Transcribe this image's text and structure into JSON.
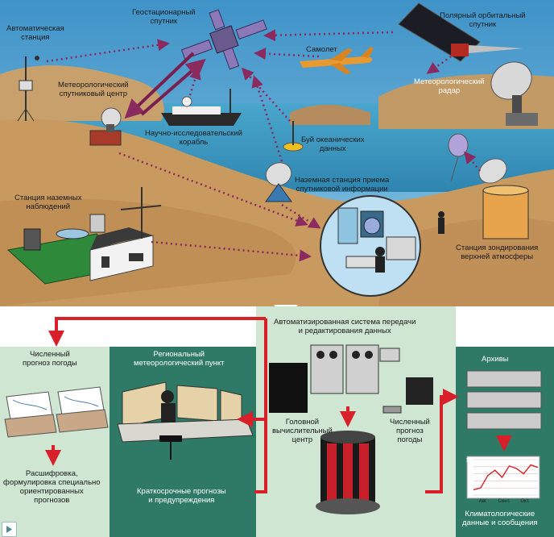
{
  "labels": {
    "automatic_station": [
      "Автоматическая",
      "станция"
    ],
    "geostationary_satellite": [
      "Геостационарный",
      "спутник"
    ],
    "polar_satellite": [
      "Полярный орбитальный",
      "спутник"
    ],
    "airplane": "Самолет",
    "met_satellite_center": [
      "Метеорологический",
      "спутниковый центр"
    ],
    "met_radar": [
      "Метеорологический",
      "радар"
    ],
    "research_ship": [
      "Научно-исследовательский",
      "корабль"
    ],
    "ocean_buoy": [
      "Буй океанических",
      "данных"
    ],
    "ground_receiving_station": [
      "Наземная станция приема",
      "спутниковой информации"
    ],
    "surface_station": [
      "Станция наземных",
      "наблюдений"
    ],
    "upper_atmosphere_station": [
      "Станция зондирования",
      "верхней атмосферы"
    ],
    "automated_system": [
      "Автоматизированная система передачи",
      "и редактирования данных"
    ],
    "numerical_forecast_left": [
      "Численный",
      "прогноз погоды"
    ],
    "decoding": [
      "Расшифровка,",
      "формулировка специально",
      "ориентированных",
      "прогнозов"
    ],
    "regional_center": [
      "Региональный",
      "метеорологический пункт"
    ],
    "short_term": [
      "Краткосрочные прогнозы",
      "и предупреждения"
    ],
    "main_computer": [
      "Головной",
      "вычислительный",
      "центр"
    ],
    "numerical_forecast_mid": [
      "Численный",
      "прогноз",
      "погоды"
    ],
    "archives": "Архивы",
    "climate_data": [
      "Климатологические",
      "данные и сообщения"
    ]
  },
  "chart_data": {
    "type": "line",
    "categories": [
      "Авг.",
      "Сент.",
      "Окт."
    ],
    "yticks": [
      "0",
      "2",
      "4",
      "6",
      "8",
      "10"
    ],
    "ylim": [
      0,
      10
    ],
    "series": [
      {
        "values": [
          1.5,
          2.0,
          5.5,
          7.0,
          5.0,
          8.2,
          7.5,
          6.0,
          8.5,
          7.8
        ]
      }
    ],
    "xlabel": "",
    "ylabel": "",
    "title": ""
  },
  "colors": {
    "sky": "#5aa8d4",
    "sea": "#3f9ec4",
    "land": "#c89a62",
    "panel_light": "#cfe6d2",
    "panel_dark": "#2f7a66",
    "arrow_red": "#d8202a",
    "arrow_purple": "#7a2f5c"
  },
  "icons": {
    "player": "play-icon"
  }
}
